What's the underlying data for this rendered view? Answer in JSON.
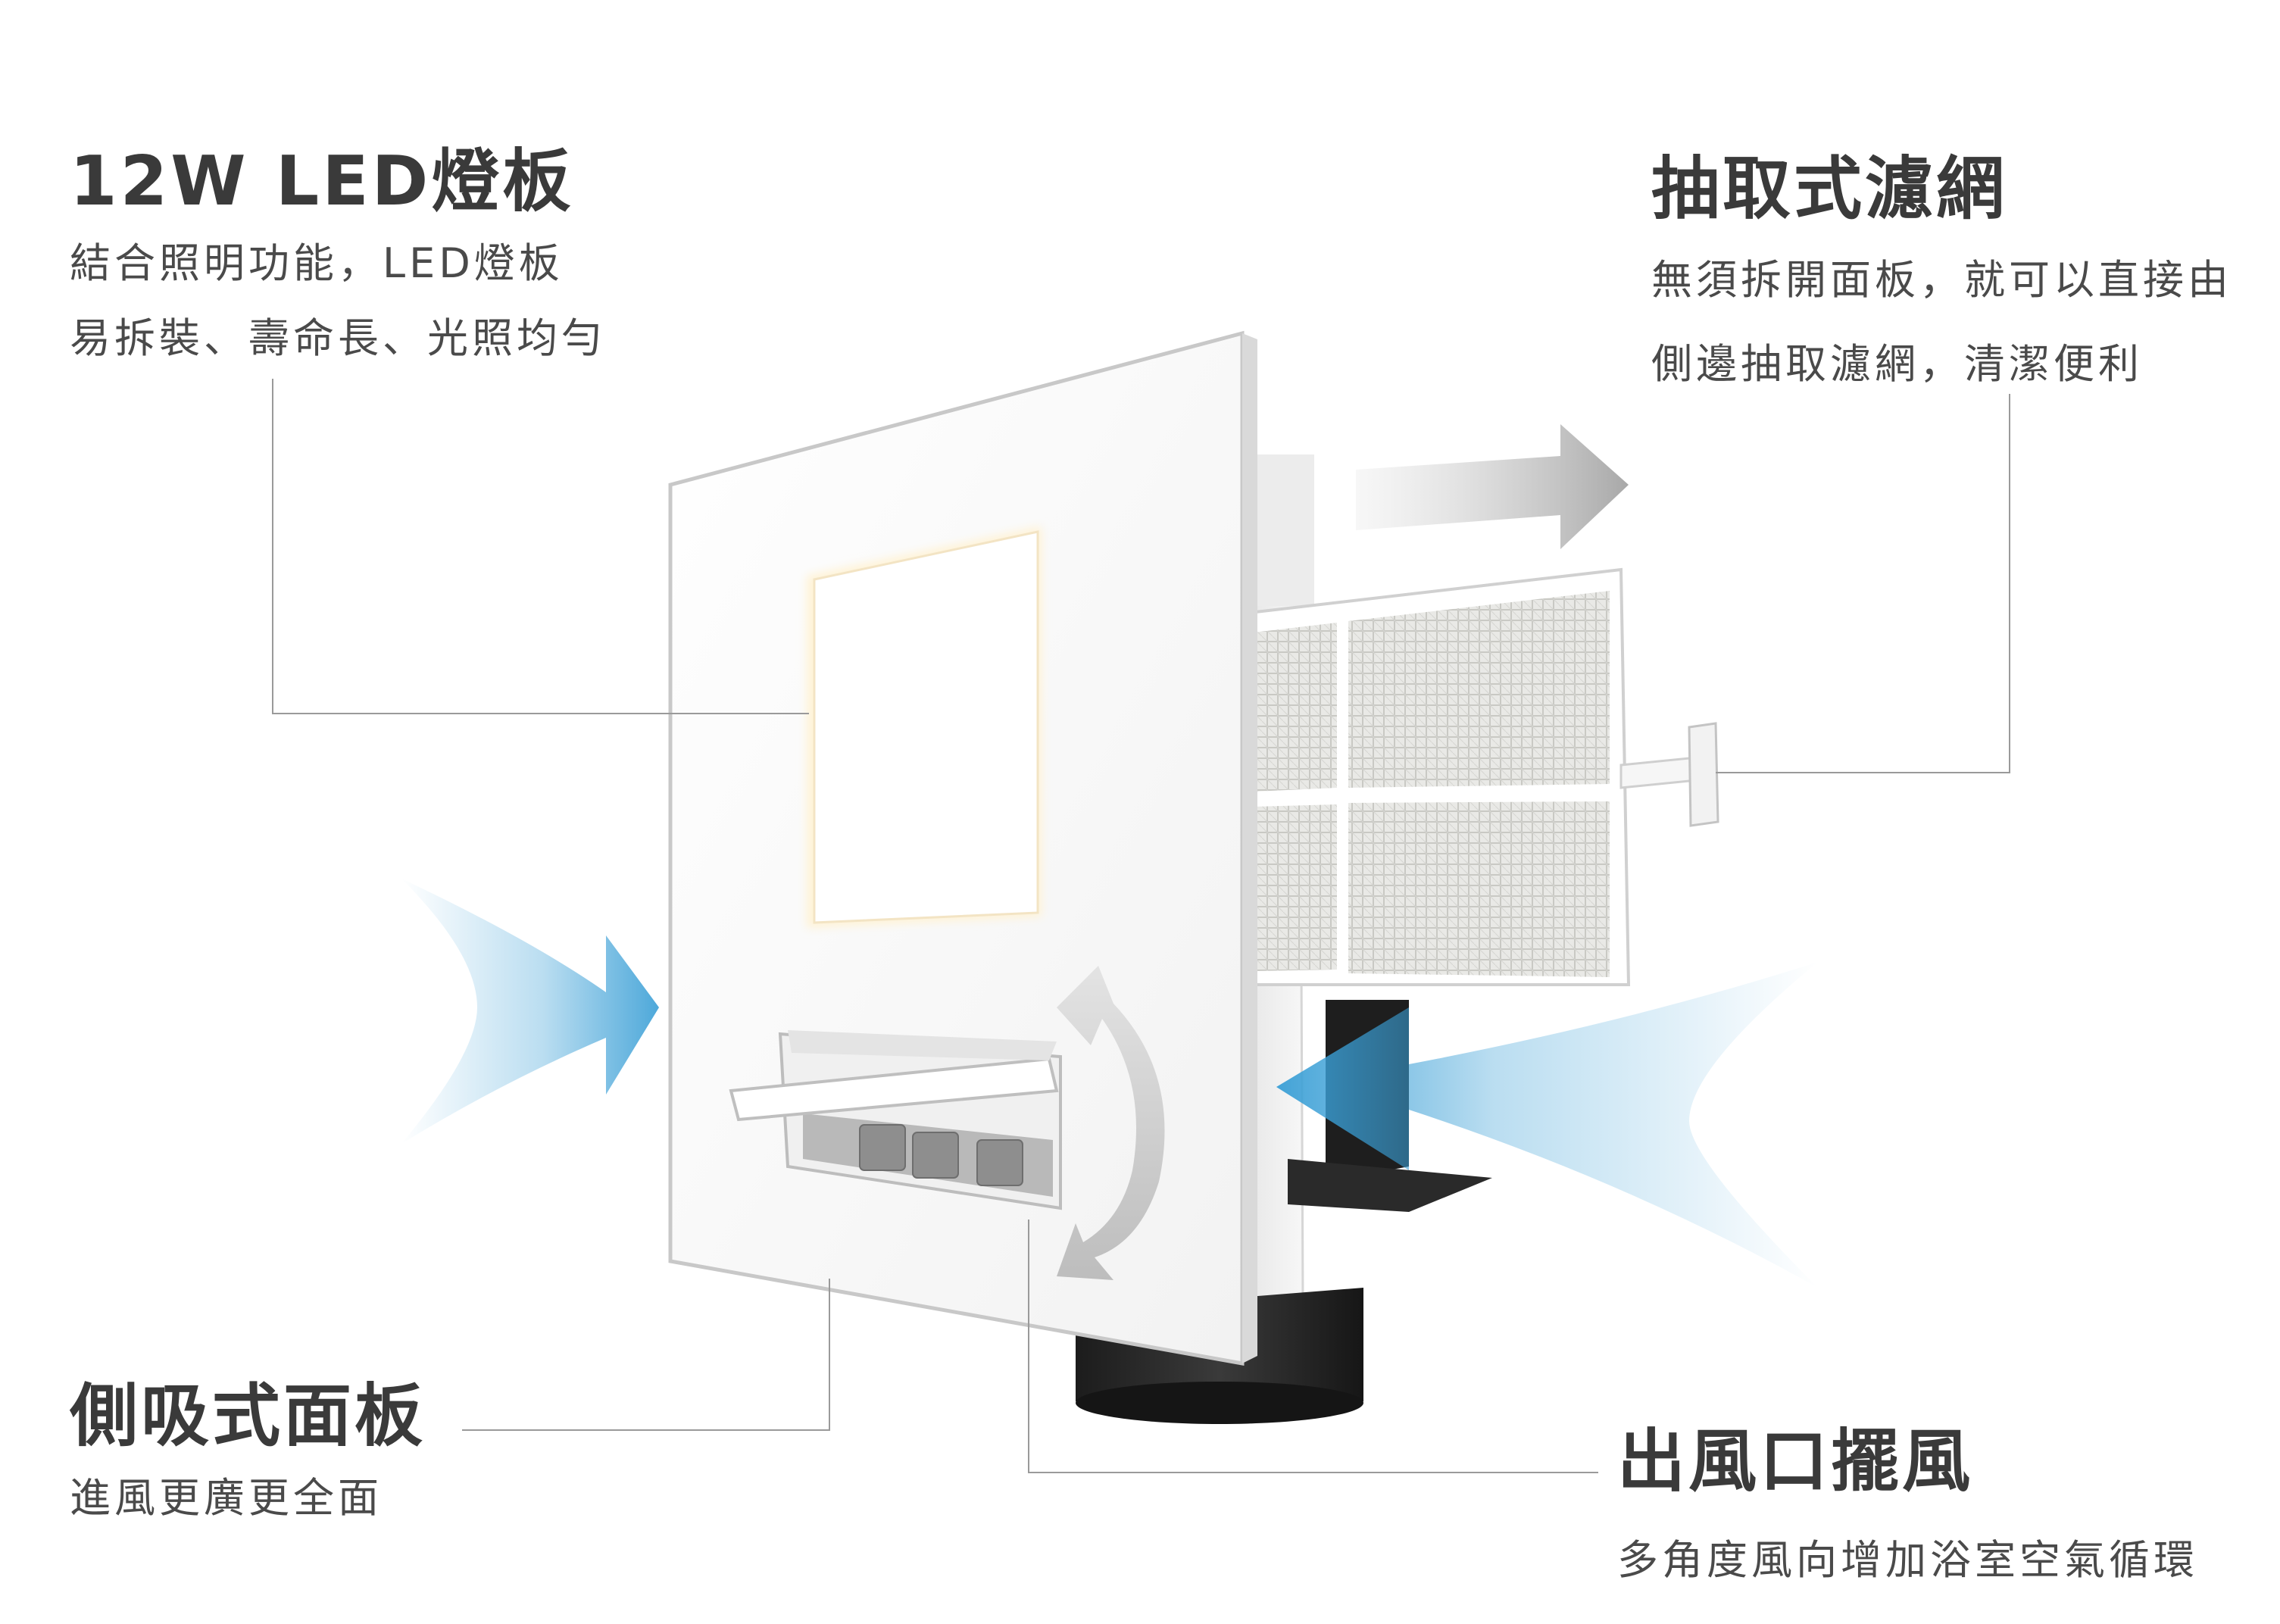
{
  "callouts": {
    "led": {
      "title": "12W LED燈板",
      "lines": [
        "結合照明功能，LED燈板",
        "易拆裝、壽命長、光照均勻"
      ]
    },
    "filter": {
      "title": "抽取式濾網",
      "lines": [
        "無須拆開面板，就可以直接由",
        "側邊抽取濾網，清潔便利"
      ]
    },
    "panel": {
      "title": "側吸式面板",
      "lines": [
        "進風更廣更全面"
      ]
    },
    "outlet": {
      "title": "出風口擺風",
      "lines": [
        "多角度風向增加浴室空氣循環"
      ]
    }
  },
  "colors": {
    "airflow_blue": "#3a9fd6",
    "arrow_grey": "#b5b5b5",
    "leader_line": "#9a9a9a",
    "text": "#3d3d3d"
  },
  "icons": {
    "intake_left": "airflow-arrow-right",
    "intake_right": "airflow-arrow-left",
    "exhaust": "exhaust-arrow-right",
    "swing": "swing-rotation-arrow"
  }
}
